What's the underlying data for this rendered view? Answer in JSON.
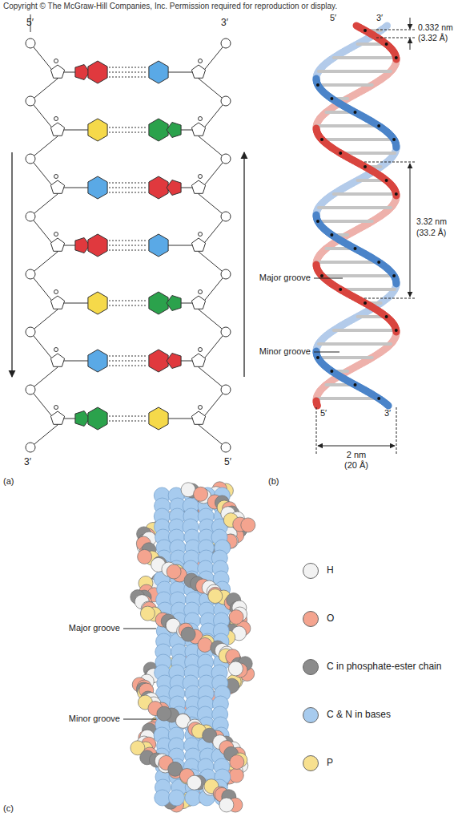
{
  "diagram": {
    "labels": [
      "Copyright © The McGraw-Hill Companies, Inc. Permission required for reproduction or display.",
      "5′",
      "3′",
      "3′",
      "5′",
      "(a)",
      "5′",
      "3′",
      "0.332 nm",
      "(3.32 Å)",
      "3.32 nm",
      "(33.2 Å)",
      "Major groove",
      "Minor groove",
      "5′",
      "3′",
      "2 nm",
      "(20 Å)",
      "(b)",
      "Major groove",
      "Minor groove",
      "(c)"
    ],
    "legend": [
      {
        "text": "H",
        "color": "#f2f2f2"
      },
      {
        "text": "O",
        "color": "#f4a48f"
      },
      {
        "text": "C in phosphate-ester chain",
        "color": "#8c8c8c"
      },
      {
        "text": "C & N in bases",
        "color": "#a7cbee"
      },
      {
        "text": "P",
        "color": "#f7e08f"
      }
    ]
  }
}
